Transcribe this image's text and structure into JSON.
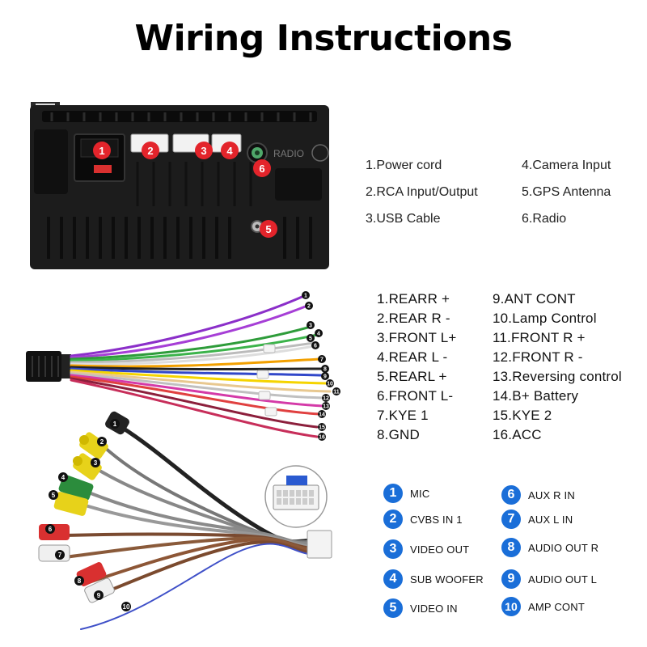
{
  "title": "Wiring Instructions",
  "head_unit": {
    "labels": [
      "1",
      "2",
      "3",
      "4",
      "5",
      "6"
    ],
    "embossed_text": "RADIO"
  },
  "unit_ports": [
    "1.Power cord",
    "2.RCA Input/Output",
    "3.USB Cable",
    "4.Camera Input",
    "5.GPS Antenna",
    "6.Radio"
  ],
  "harness_wires": {
    "column1": [
      "1.REARR +",
      "2.REAR R -",
      "3.FRONT L+",
      "4.REAR L -",
      "5.REARL +",
      "6.FRONT L-",
      "7.KYE 1",
      "8.GND"
    ],
    "column2": [
      "9.ANT CONT",
      "10.Lamp Control",
      "11.FRONT R +",
      "12.FRONT R -",
      "13.Reversing control",
      "14.B+ Battery",
      "15.KYE 2",
      "16.ACC"
    ],
    "tags": [
      "1",
      "2",
      "3",
      "4",
      "5",
      "6",
      "7",
      "8",
      "9",
      "10",
      "11",
      "12",
      "13",
      "14",
      "15",
      "16"
    ]
  },
  "rca_cable": {
    "left": [
      {
        "num": "1",
        "label": "MIC"
      },
      {
        "num": "2",
        "label": "CVBS IN 1"
      },
      {
        "num": "3",
        "label": "VIDEO OUT"
      },
      {
        "num": "4",
        "label": "SUB WOOFER"
      },
      {
        "num": "5",
        "label": "VIDEO IN"
      }
    ],
    "right": [
      {
        "num": "6",
        "label": "AUX R IN"
      },
      {
        "num": "7",
        "label": "AUX L IN"
      },
      {
        "num": "8",
        "label": "AUDIO OUT R"
      },
      {
        "num": "9",
        "label": "AUDIO OUT L"
      },
      {
        "num": "10",
        "label": "AMP CONT"
      }
    ],
    "tags": [
      "1",
      "2",
      "3",
      "4",
      "5",
      "6",
      "7",
      "8",
      "9",
      "10"
    ]
  },
  "colors": {
    "badge_red": "#e3242b",
    "badge_blue": "#1a6ed8",
    "unit_body": "#1c1c1c"
  }
}
